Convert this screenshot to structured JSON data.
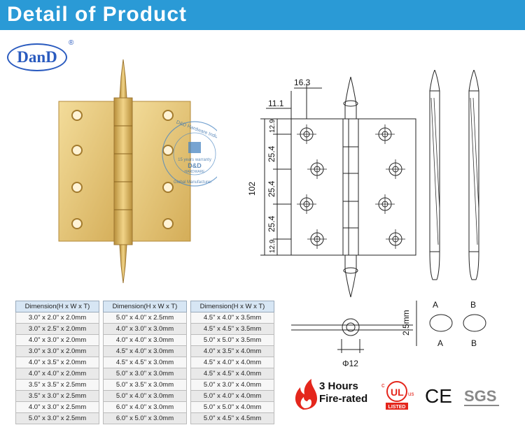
{
  "header": {
    "title": "Detail of Product"
  },
  "logo": {
    "text": "DanD",
    "reg": "®"
  },
  "stamp": {
    "company": "D&D Hardware Industrial Co., Ltd",
    "warranty": "15 years warranty",
    "brand": "D&D",
    "sub": "HARDWARE",
    "bottom": "Global Manufacturer"
  },
  "drawing": {
    "dim_16_3": "16.3",
    "dim_11_1": "11.1",
    "dim_12_9_top": "12.9",
    "dim_25_4_a": "25.4",
    "dim_25_4_b": "25.4",
    "dim_25_4_c": "25.4",
    "dim_12_9_bottom": "12.9",
    "dim_102": "102",
    "dim_2_5mm": "2.5mm",
    "dim_phi12": "Φ12",
    "label_a_top": "A",
    "label_b_top": "B",
    "label_a_bottom": "A",
    "label_b_bottom": "B"
  },
  "tables": {
    "header": "Dimension(H x W x T)",
    "col1": [
      "3.0\" x 2.0\" x 2.0mm",
      "3.0\" x 2.5\" x 2.0mm",
      "4.0\" x 3.0\" x 2.0mm",
      "3.0\" x 3.0\" x 2.0mm",
      "4.0\" x 3.5\" x 2.0mm",
      "4.0\" x 4.0\" x 2.0mm",
      "3.5\" x 3.5\" x 2.5mm",
      "3.5\" x 3.0\" x 2.5mm",
      "4.0\" x 3.0\" x 2.5mm",
      "5.0\" x 3.0\" x 2.5mm"
    ],
    "col2": [
      "5.0\" x 4.0\" x 2.5mm",
      "4.0\" x 3.0\" x 3.0mm",
      "4.0\" x 4.0\" x 3.0mm",
      "4.5\" x 4.0\" x 3.0mm",
      "4.5\" x 4.5\" x 3.0mm",
      "5.0\" x 3.0\" x 3.0mm",
      "5.0\" x 3.5\" x 3.0mm",
      "5.0\" x 4.0\" x 3.0mm",
      "6.0\" x 4.0\" x 3.0mm",
      "6.0\" x 5.0\" x 3.0mm"
    ],
    "col3": [
      "4.5\" x 4.0\" x 3.5mm",
      "4.5\" x 4.5\" x 3.5mm",
      "5.0\" x 5.0\" x 3.5mm",
      "4.0\" x 3.5\" x 4.0mm",
      "4.5\" x 4.0\" x 4.0mm",
      "4.5\" x 4.5\" x 4.0mm",
      "5.0\" x 3.0\" x 4.0mm",
      "5.0\" x 4.0\" x 4.0mm",
      "5.0\" x 5.0\" x 4.0mm",
      "5.0\" x 4.5\" x 4.5mm"
    ]
  },
  "certs": {
    "fire_line1": "3 Hours",
    "fire_line2": "Fire-rated",
    "ul_c": "c",
    "ul_us": "us",
    "ul_listed": "LISTED",
    "ce": "CE",
    "sgs": "SGS"
  },
  "colors": {
    "header": "#2a9ad6",
    "brass": "#d9b25a",
    "logo": "#2a5bbf",
    "fire": "#e4261c"
  }
}
